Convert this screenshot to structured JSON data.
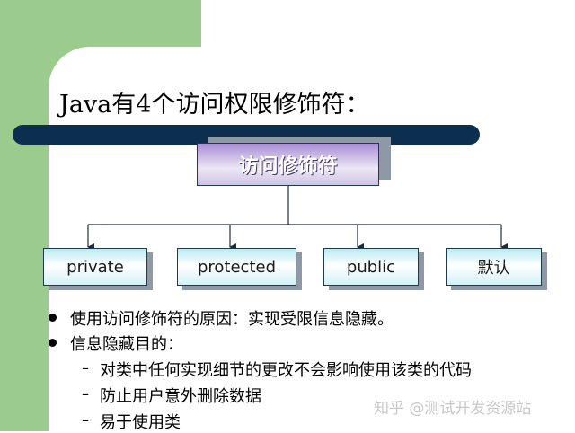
{
  "slide": {
    "title": "Java有4个访问权限修饰符：",
    "colors": {
      "background_accent": "#9ccb8e",
      "title_bar": "#0d2f4f",
      "root_fill": "#a98ed6",
      "child_fill": "#b8ecf2"
    }
  },
  "diagram": {
    "root": {
      "label": "访问修饰符"
    },
    "children": [
      {
        "label": "private"
      },
      {
        "label": "protected"
      },
      {
        "label": "public"
      },
      {
        "label": "默认"
      }
    ]
  },
  "bullets": [
    {
      "text": "使用访问修饰符的原因：实现受限信息隐藏。"
    },
    {
      "text": "信息隐藏目的："
    }
  ],
  "subitems": [
    {
      "marker": "–",
      "text": "对类中任何实现细节的更改不会影响使用该类的代码"
    },
    {
      "marker": "–",
      "text": "防止用户意外删除数据"
    },
    {
      "marker": "–",
      "text": "易于使用类"
    }
  ],
  "watermark": {
    "text": "知乎 @测试开发资源站"
  }
}
